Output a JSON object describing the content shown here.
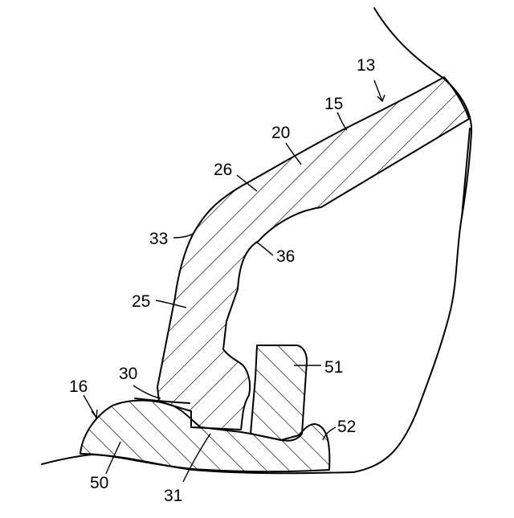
{
  "figure": {
    "labels": {
      "l13": "13",
      "l15": "15",
      "l20": "20",
      "l26": "26",
      "l33": "33",
      "l36": "36",
      "l25": "25",
      "l30": "30",
      "l51": "51",
      "l16": "16",
      "l52": "52",
      "l50": "50",
      "l31": "31"
    }
  }
}
